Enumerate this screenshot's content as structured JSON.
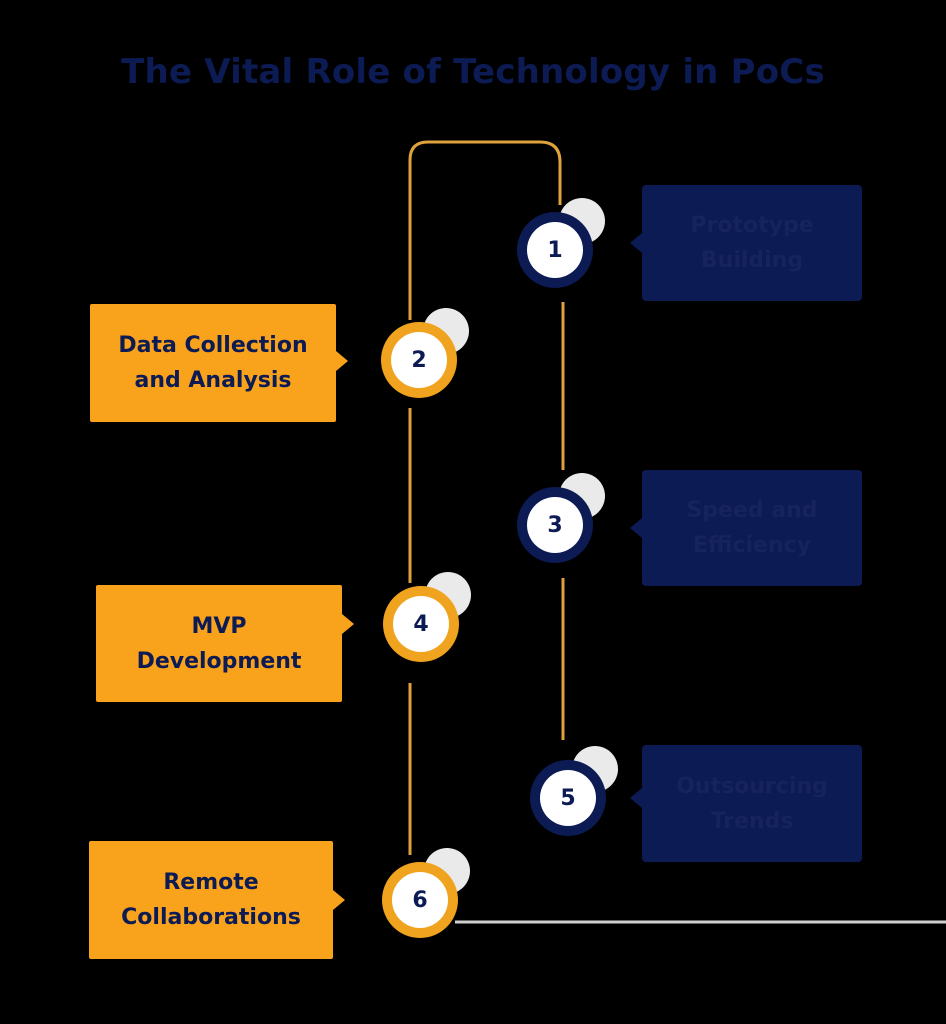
{
  "title": "The Vital Role of Technology in PoCs",
  "colors": {
    "background": "#000000",
    "orange": "#f9a21b",
    "navy": "#0c1b54",
    "line_orange": "#e0a23a",
    "line_gray": "#cfcfcf"
  },
  "steps": [
    {
      "number": "1",
      "label": [
        "Prototype",
        "Building"
      ],
      "side": "right",
      "theme": "navy"
    },
    {
      "number": "2",
      "label": [
        "Data Collection",
        "and Analysis"
      ],
      "side": "left",
      "theme": "orange"
    },
    {
      "number": "3",
      "label": [
        "Speed and",
        "Efficiency"
      ],
      "side": "right",
      "theme": "navy"
    },
    {
      "number": "4",
      "label": [
        "MVP",
        "Development"
      ],
      "side": "left",
      "theme": "orange"
    },
    {
      "number": "5",
      "label": [
        "Outsourcing",
        "Trends"
      ],
      "side": "right",
      "theme": "navy"
    },
    {
      "number": "6",
      "label": [
        "Remote",
        "Collaborations"
      ],
      "side": "left",
      "theme": "orange"
    }
  ]
}
